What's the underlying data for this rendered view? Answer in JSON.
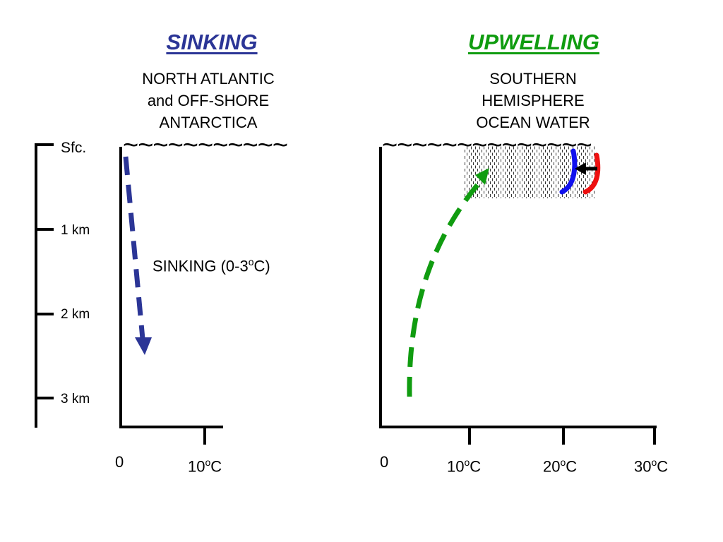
{
  "left_panel": {
    "title": "SINKING",
    "title_color": "#2b3596",
    "subtitle_lines": [
      "NORTH ATLANTIC",
      "and OFF-SHORE",
      "ANTARCTICA"
    ],
    "arrow_label": "SINKING (0-3",
    "arrow_label_sup": "o",
    "arrow_label_end": "C)",
    "arrow_color": "#2b3596",
    "x_ticks": [
      {
        "label": "0",
        "sup": "",
        "unit": ""
      },
      {
        "label": "10",
        "sup": "o",
        "unit": "C"
      }
    ]
  },
  "right_panel": {
    "title": "UPWELLING",
    "title_color": "#109c10",
    "subtitle_lines": [
      "SOUTHERN",
      "HEMISPHERE",
      "OCEAN WATER"
    ],
    "arrow_color": "#109c10",
    "x_ticks": [
      {
        "label": "0",
        "sup": "",
        "unit": ""
      },
      {
        "label": "10",
        "sup": "o",
        "unit": "C"
      },
      {
        "label": "20",
        "sup": "o",
        "unit": "C"
      },
      {
        "label": "30",
        "sup": "o",
        "unit": "C"
      }
    ],
    "profile_colors": {
      "cold": "#1010ee",
      "warm": "#ee1010"
    }
  },
  "depth_axis": {
    "labels": [
      "Sfc.",
      "1 km",
      "2 km",
      "3 km"
    ]
  },
  "wave_left": "~~~~~~~~~~~",
  "wave_right": "~~~~~~~~~~~~~~"
}
